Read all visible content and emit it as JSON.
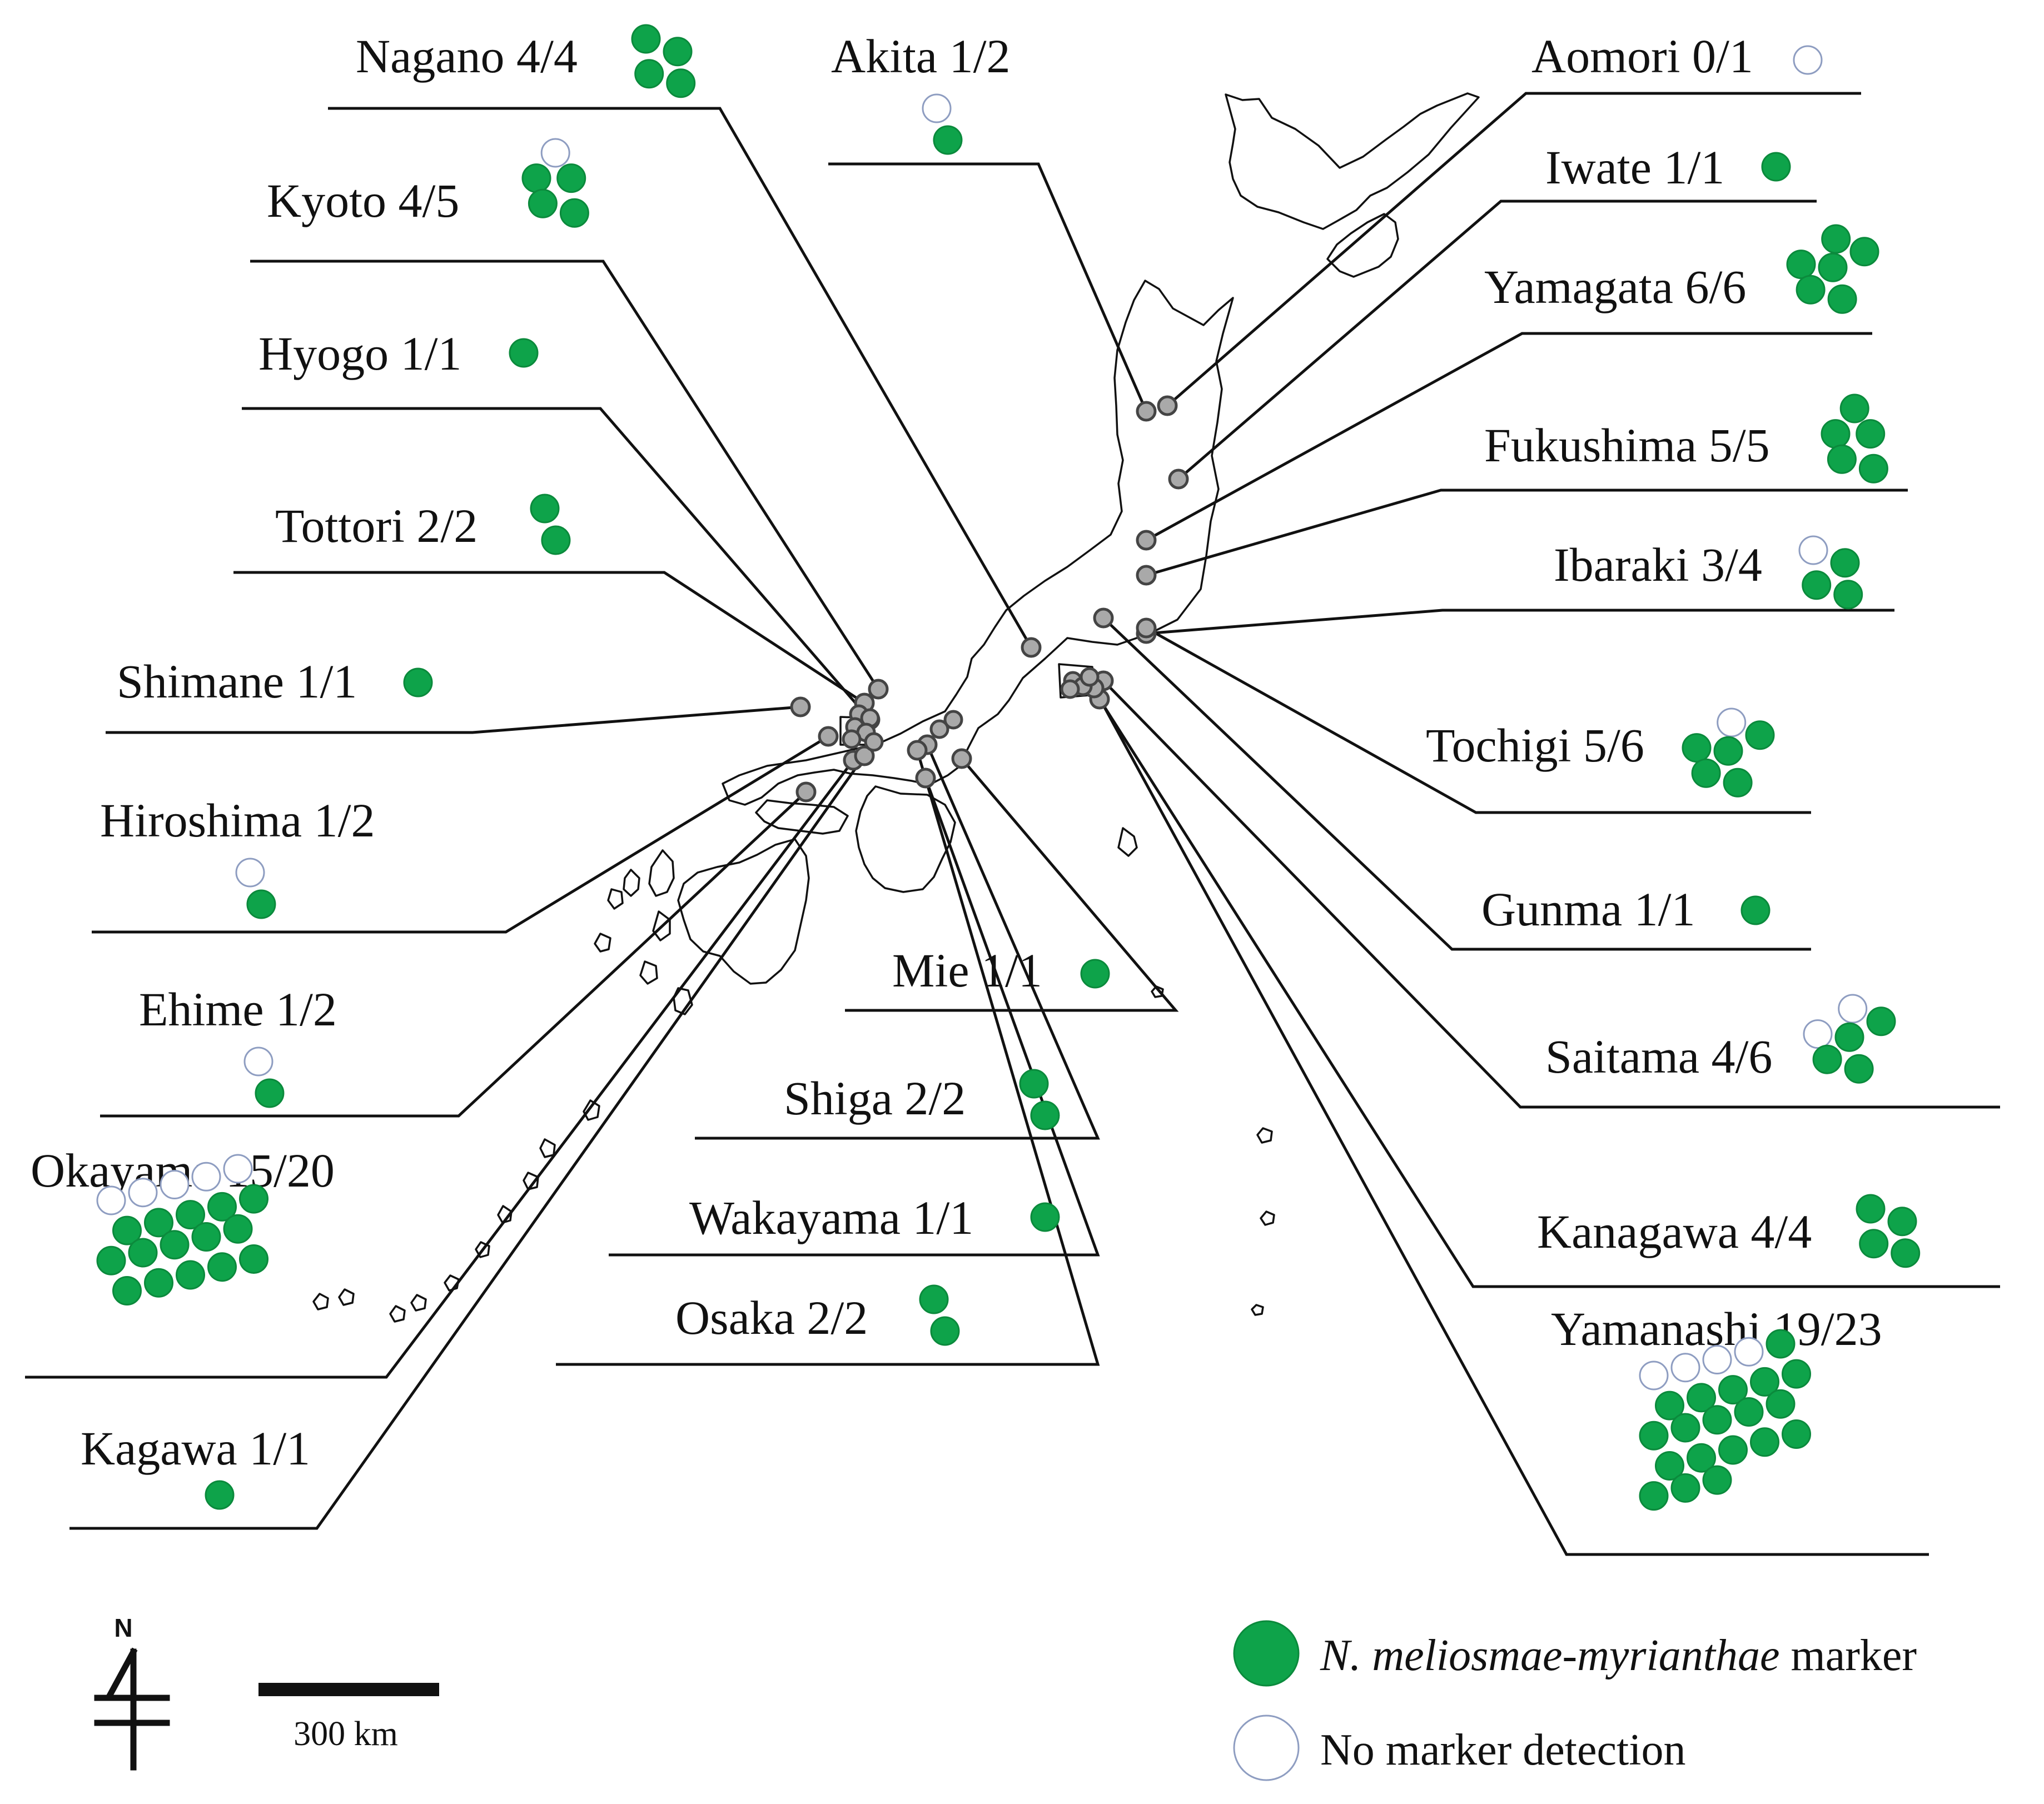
{
  "colors": {
    "marker_present": "#0ea34a",
    "marker_absent_fill": "#ffffff",
    "marker_absent_stroke": "#8e9dc1",
    "sample_site": "#a9a9a9"
  },
  "prefectures": [
    {
      "id": "nagano",
      "label": "Nagano 4/4",
      "positive": 4,
      "total": 4
    },
    {
      "id": "kyoto",
      "label": "Kyoto 4/5",
      "positive": 4,
      "total": 5
    },
    {
      "id": "hyogo",
      "label": "Hyogo 1/1",
      "positive": 1,
      "total": 1
    },
    {
      "id": "tottori",
      "label": "Tottori 2/2",
      "positive": 2,
      "total": 2
    },
    {
      "id": "shimane",
      "label": "Shimane 1/1",
      "positive": 1,
      "total": 1
    },
    {
      "id": "hiroshima",
      "label": "Hiroshima 1/2",
      "positive": 1,
      "total": 2
    },
    {
      "id": "ehime",
      "label": "Ehime 1/2",
      "positive": 1,
      "total": 2
    },
    {
      "id": "okayama",
      "label": "Okayama 15/20",
      "positive": 15,
      "total": 20
    },
    {
      "id": "kagawa",
      "label": "Kagawa 1/1",
      "positive": 1,
      "total": 1
    },
    {
      "id": "akita",
      "label": "Akita 1/2",
      "positive": 1,
      "total": 2
    },
    {
      "id": "mie",
      "label": "Mie 1/1",
      "positive": 1,
      "total": 1
    },
    {
      "id": "shiga",
      "label": "Shiga 2/2",
      "positive": 2,
      "total": 2
    },
    {
      "id": "wakayama",
      "label": "Wakayama 1/1",
      "positive": 1,
      "total": 1
    },
    {
      "id": "osaka",
      "label": "Osaka 2/2",
      "positive": 2,
      "total": 2
    },
    {
      "id": "aomori",
      "label": "Aomori 0/1",
      "positive": 0,
      "total": 1
    },
    {
      "id": "iwate",
      "label": "Iwate 1/1",
      "positive": 1,
      "total": 1
    },
    {
      "id": "yamagata",
      "label": "Yamagata 6/6",
      "positive": 6,
      "total": 6
    },
    {
      "id": "fukushima",
      "label": "Fukushima 5/5",
      "positive": 5,
      "total": 5
    },
    {
      "id": "ibaraki",
      "label": "Ibaraki 3/4",
      "positive": 3,
      "total": 4
    },
    {
      "id": "tochigi",
      "label": "Tochigi 5/6",
      "positive": 5,
      "total": 6
    },
    {
      "id": "gunma",
      "label": "Gunma 1/1",
      "positive": 1,
      "total": 1
    },
    {
      "id": "saitama",
      "label": "Saitama 4/6",
      "positive": 4,
      "total": 6
    },
    {
      "id": "kanagawa",
      "label": "Kanagawa 4/4",
      "positive": 4,
      "total": 4
    },
    {
      "id": "yamanashi",
      "label": "Yamanashi 19/23",
      "positive": 19,
      "total": 23
    }
  ],
  "legend": {
    "marker_species": "N. meliosmae-myrianthae",
    "marker_suffix": " marker",
    "no_marker": "No marker detection"
  },
  "north_label": "N",
  "scale_label": "300 km"
}
